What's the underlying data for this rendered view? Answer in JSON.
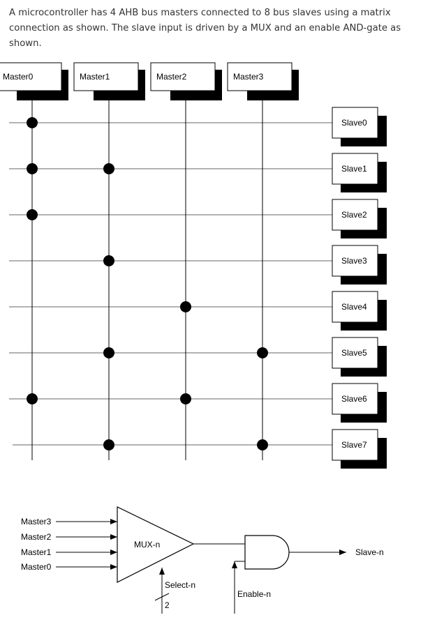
{
  "question": {
    "text": "A microcontroller has 4 AHB bus masters connected to 8 bus slaves using a matrix connection as shown. The slave input is driven by a MUX and an enable AND-gate as shown."
  },
  "matrix": {
    "masters": [
      "Master0",
      "Master1",
      "Master2",
      "Master3"
    ],
    "slaves": [
      "Slave0",
      "Slave1",
      "Slave2",
      "Slave3",
      "Slave4",
      "Slave5",
      "Slave6",
      "Slave7"
    ],
    "connections": [
      [
        1,
        0,
        0,
        0
      ],
      [
        1,
        1,
        0,
        0
      ],
      [
        1,
        0,
        0,
        0
      ],
      [
        0,
        1,
        0,
        0
      ],
      [
        0,
        0,
        1,
        0
      ],
      [
        0,
        1,
        0,
        1
      ],
      [
        1,
        0,
        1,
        0
      ],
      [
        0,
        1,
        0,
        1
      ]
    ]
  },
  "mux": {
    "inputs": [
      "Master3",
      "Master2",
      "Master1",
      "Master0"
    ],
    "label": "MUX-n",
    "select_label": "Select-n",
    "select_width": "2",
    "enable_label": "Enable-n",
    "output_label": "Slave-n"
  },
  "colors": {
    "line": "#000000",
    "grid_line": "#555555",
    "text": "#333333"
  }
}
